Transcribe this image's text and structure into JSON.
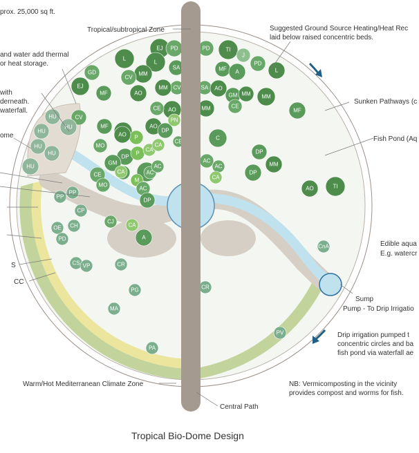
{
  "title": "Tropical Bio-Dome Design",
  "annotations": {
    "area": "prox. 25,000 sq ft.",
    "tropical_zone": "Tropical/subtropical Zone",
    "heating_1": "Suggested Ground Source Heating/Heat Rec",
    "heating_2": "laid below raised concentric beds.",
    "thermal_1": "and water add thermal",
    "thermal_2": "or heat storage.",
    "with_1": "with",
    "with_2": "derneath.",
    "with_3": "waterfall.",
    "dome": "ome",
    "sunken": "Sunken Pathways (c",
    "fish_pond": "Fish Pond (Aq",
    "edible_1": "Edible aqua",
    "edible_2": "E.g. watercr",
    "s": "S",
    "cc": "CC",
    "sump": "Sump",
    "pump": "Pump - To Drip Irrigatio",
    "drip_1": "Drip irrigation pumped t",
    "drip_2": "concentric circles and ba",
    "drip_3": "fish pond via waterfall ae",
    "mediterranean": "Warm/Hot Mediterranean Climate Zone",
    "nb_1": "NB: Vermicomposting in the vicinity",
    "nb_2": "provides compost and worms for fish.",
    "central_path": "Central Path"
  },
  "plants": [
    {
      "code": "EJ",
      "color": "#4e8c4c"
    },
    {
      "code": "PD",
      "color": "#6aa86a"
    },
    {
      "code": "PD",
      "color": "#6aa86a"
    },
    {
      "code": "TI",
      "color": "#4e8c4c"
    },
    {
      "code": "J",
      "color": "#8fbf8f"
    },
    {
      "code": "PD",
      "color": "#6aa86a"
    },
    {
      "code": "L",
      "color": "#4e8c4c"
    },
    {
      "code": "SA",
      "color": "#5a9a5a"
    },
    {
      "code": "L",
      "color": "#4e8c4c"
    },
    {
      "code": "MF",
      "color": "#5a9a5a"
    },
    {
      "code": "A",
      "color": "#5a9a5a"
    },
    {
      "code": "L",
      "color": "#4e8c4c"
    },
    {
      "code": "GD",
      "color": "#6aa86a"
    },
    {
      "code": "MM",
      "color": "#4e8c4c"
    },
    {
      "code": "CV",
      "color": "#6aa86a"
    },
    {
      "code": "SA",
      "color": "#6aa86a"
    },
    {
      "code": "AO",
      "color": "#4e8c4c"
    },
    {
      "code": "GM",
      "color": "#5a9a5a"
    },
    {
      "code": "CV",
      "color": "#6aa86a"
    },
    {
      "code": "EJ",
      "color": "#4e8c4c"
    },
    {
      "code": "AO",
      "color": "#4e8c4c"
    },
    {
      "code": "MM",
      "color": "#4e8c4c"
    },
    {
      "code": "MM",
      "color": "#4e8c4c"
    },
    {
      "code": "AO",
      "color": "#4e8c4c"
    },
    {
      "code": "MM",
      "color": "#4e8c4c"
    },
    {
      "code": "MF",
      "color": "#5a9a5a"
    },
    {
      "code": "CE",
      "color": "#6aa86a"
    },
    {
      "code": "AO",
      "color": "#4e8c4c"
    },
    {
      "code": "CE",
      "color": "#6aa86a"
    },
    {
      "code": "MM",
      "color": "#4e8c4c"
    },
    {
      "code": "MF",
      "color": "#5a9a5a"
    },
    {
      "code": "CV",
      "color": "#6aa86a"
    },
    {
      "code": "MF",
      "color": "#5a9a5a"
    },
    {
      "code": "AO",
      "color": "#4e8c4c"
    },
    {
      "code": "DP",
      "color": "#5a9a5a"
    },
    {
      "code": "PN",
      "color": "#8fc86f"
    },
    {
      "code": "P",
      "color": "#7bbf5a"
    },
    {
      "code": "CE",
      "color": "#6aa86a"
    },
    {
      "code": "AO",
      "color": "#4e8c4c"
    },
    {
      "code": "MO",
      "color": "#6aa86a"
    },
    {
      "code": "DP",
      "color": "#5a9a5a"
    },
    {
      "code": "P",
      "color": "#7bbf5a"
    },
    {
      "code": "CA",
      "color": "#8fc86f"
    },
    {
      "code": "C",
      "color": "#5a9a5a"
    },
    {
      "code": "CA",
      "color": "#8fc86f"
    },
    {
      "code": "GM",
      "color": "#5a9a5a"
    },
    {
      "code": "CE",
      "color": "#6aa86a"
    },
    {
      "code": "DP",
      "color": "#5a9a5a"
    },
    {
      "code": "C",
      "color": "#5a9a5a"
    },
    {
      "code": "AC",
      "color": "#6aa86a"
    },
    {
      "code": "AC",
      "color": "#6aa86a"
    },
    {
      "code": "MO",
      "color": "#6aa86a"
    },
    {
      "code": "CA",
      "color": "#8fc86f"
    },
    {
      "code": "M",
      "color": "#7bbf5a"
    },
    {
      "code": "AC",
      "color": "#6aa86a"
    },
    {
      "code": "DP",
      "color": "#5a9a5a"
    },
    {
      "code": "CA",
      "color": "#8fc86f"
    },
    {
      "code": "DP",
      "color": "#5a9a5a"
    },
    {
      "code": "AC",
      "color": "#6aa86a"
    },
    {
      "code": "AC",
      "color": "#6aa86a"
    },
    {
      "code": "DP",
      "color": "#5a9a5a"
    },
    {
      "code": "MM",
      "color": "#4e8c4c"
    },
    {
      "code": "AO",
      "color": "#4e8c4c"
    },
    {
      "code": "TI",
      "color": "#4e8c4c"
    },
    {
      "code": "HU",
      "color": "#8fb59a"
    },
    {
      "code": "HU",
      "color": "#8fb59a"
    },
    {
      "code": "HU",
      "color": "#8fb59a"
    },
    {
      "code": "HU",
      "color": "#8fb59a"
    },
    {
      "code": "HU",
      "color": "#8fb59a"
    },
    {
      "code": "HU",
      "color": "#8fb59a"
    },
    {
      "code": "PP",
      "color": "#7aae8c"
    },
    {
      "code": "PP",
      "color": "#7aae8c"
    },
    {
      "code": "CP",
      "color": "#7aae8c"
    },
    {
      "code": "OE",
      "color": "#7aae8c"
    },
    {
      "code": "CH",
      "color": "#7aae8c"
    },
    {
      "code": "PD",
      "color": "#7aae8c"
    },
    {
      "code": "CS",
      "color": "#7aae8c"
    },
    {
      "code": "VP",
      "color": "#7aae8c"
    },
    {
      "code": "CR",
      "color": "#7aae8c"
    },
    {
      "code": "PG",
      "color": "#7aae8c"
    },
    {
      "code": "MA",
      "color": "#7aae8c"
    },
    {
      "code": "PA",
      "color": "#7aae8c"
    },
    {
      "code": "CJ",
      "color": "#6aa86a"
    },
    {
      "code": "CA",
      "color": "#8fc86f"
    },
    {
      "code": "A",
      "color": "#5a9a5a"
    },
    {
      "code": "CR",
      "color": "#7aae8c"
    },
    {
      "code": "PV",
      "color": "#7aae8c"
    },
    {
      "code": "CnA",
      "color": "#7aae8c"
    }
  ]
}
